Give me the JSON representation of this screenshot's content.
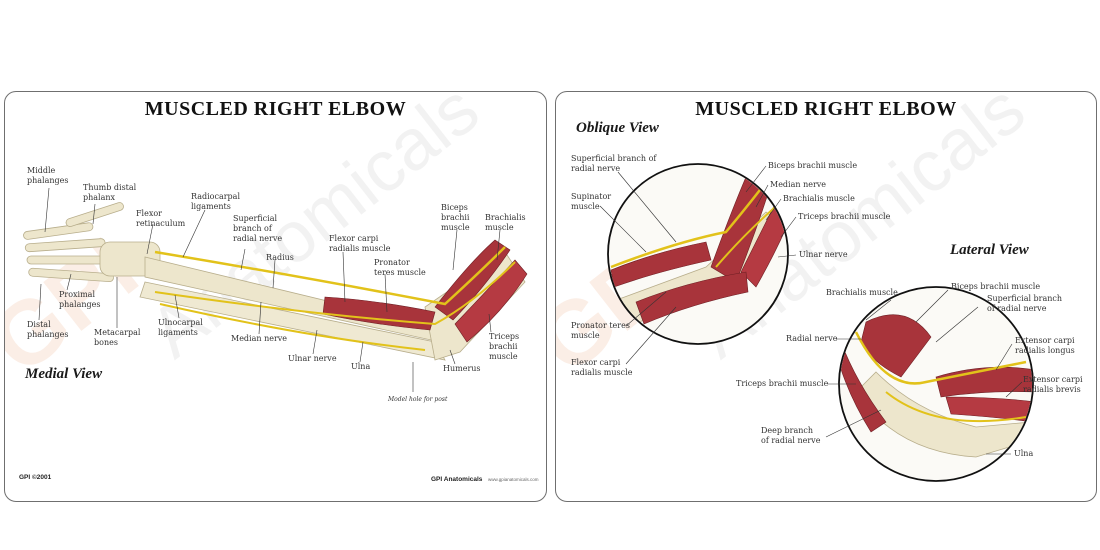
{
  "left_panel": {
    "title": "MUSCLED RIGHT ELBOW",
    "view_label": "Medial View",
    "labels": {
      "middle_phalanges": "Middle\nphalanges",
      "thumb_distal_phalanx": "Thumb distal\nphalanx",
      "flexor_retinaculum": "Flexor\nretinaculum",
      "radiocarpal_ligaments": "Radiocarpal\nligaments",
      "superficial_branch": "Superficial\nbranch of\nradial nerve",
      "radius": "Radius",
      "flexor_carpi": "Flexor carpi\nradialis muscle",
      "pronator_teres": "Pronator\nteres muscle",
      "biceps": "Biceps\nbrachii\nmuscle",
      "brachialis": "Brachialis\nmuscle",
      "proximal_phalanges": "Proximal\nphalanges",
      "distal_phalanges": "Distal\nphalanges",
      "metacarpal_bones": "Metacarpal\nbones",
      "ulnocarpal_ligaments": "Ulnocarpal\nligaments",
      "median_nerve": "Median nerve",
      "ulnar_nerve": "Ulnar nerve",
      "ulna": "Ulna",
      "humerus": "Humerus",
      "triceps": "Triceps\nbrachii\nmuscle",
      "model_hole": "Model hole for post"
    },
    "footer_copyright": "GPI ©2001",
    "footer_brand": "GPI Anatomicals",
    "footer_url": "www.gpianatomicals.com"
  },
  "right_panel": {
    "title": "MUSCLED RIGHT ELBOW",
    "oblique_label": "Oblique View",
    "lateral_label": "Lateral View",
    "oblique_labels": {
      "superficial_branch": "Superficial branch of\nradial nerve",
      "supinator": "Supinator\nmuscle",
      "biceps": "Biceps brachii muscle",
      "median_nerve": "Median nerve",
      "brachialis": "Brachialis muscle",
      "triceps": "Triceps brachii muscle",
      "ulnar_nerve": "Ulnar nerve",
      "pronator_teres": "Pronator teres\nmuscle",
      "flexor_carpi": "Flexor carpi\nradialis muscle"
    },
    "lateral_labels": {
      "biceps": "Biceps brachii muscle",
      "brachialis": "Brachialis muscle",
      "superficial_branch": "Superficial branch\nof radial nerve",
      "radial_nerve": "Radial nerve",
      "ecr_longus": "Extensor carpi\nradialis longus",
      "triceps": "Triceps brachii muscle",
      "ecr_brevis": "Extensor carpi\nradialis brevis",
      "deep_branch": "Deep branch\nof radial nerve",
      "ulna": "Ulna"
    }
  },
  "watermark": {
    "logo": "GPI",
    "brand": "Anatomicals"
  },
  "colors": {
    "muscle": "#a8343b",
    "bone": "#ede6cc",
    "nerve": "#e2c21a",
    "border": "#6f6f6f",
    "watermark": "#e89664"
  }
}
